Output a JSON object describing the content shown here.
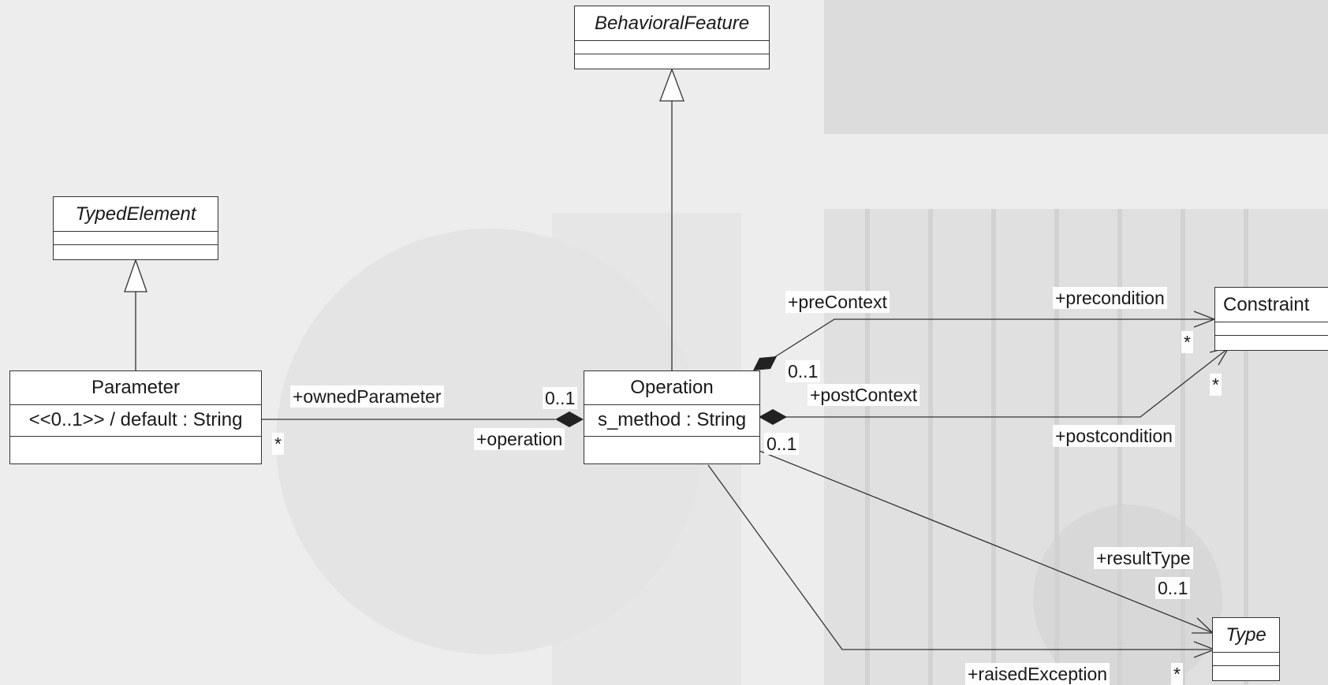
{
  "classes": {
    "behavioral_feature": {
      "name": "BehavioralFeature"
    },
    "typed_element": {
      "name": "TypedElement"
    },
    "parameter": {
      "name": "Parameter",
      "attribute": "<<0..1>> / default : String"
    },
    "operation": {
      "name": "Operation",
      "attribute": "s_method : String"
    },
    "constraint": {
      "name": "Constraint"
    },
    "type": {
      "name": "Type"
    }
  },
  "labels": {
    "owned_parameter": "+ownedParameter",
    "param_multiplicity": "*",
    "op_multiplicity": "0..1",
    "operation_role": "+operation",
    "pre_context": "+preContext",
    "pre_context_mult": "0..1",
    "precondition": "+precondition",
    "precondition_mult": "*",
    "post_context": "+postContext",
    "post_context_mult": "0..1",
    "postcondition": "+postcondition",
    "postcondition_mult": "*",
    "result_type": "+resultType",
    "result_type_mult": "0..1",
    "raised_exception": "+raisedException",
    "raised_exception_mult": "*"
  }
}
